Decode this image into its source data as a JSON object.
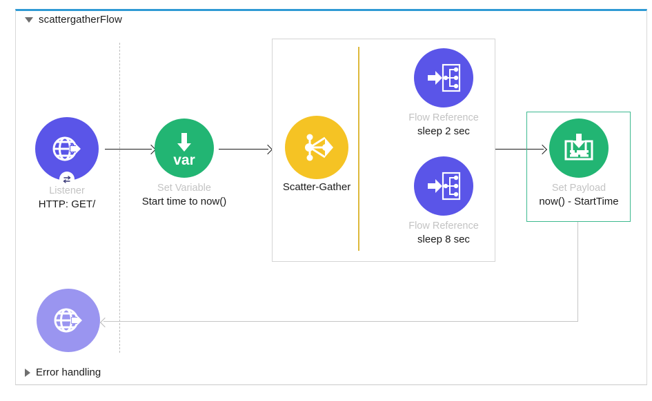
{
  "flow": {
    "title": "scattergatherFlow",
    "expand_icon": "triangle-down-icon",
    "error_section": {
      "title": "Error handling",
      "expand_icon": "triangle-right-icon"
    },
    "accent_color": "#2f9ad4"
  },
  "nodes": [
    {
      "id": "listener",
      "type": "Listener",
      "name": "HTTP: GET/",
      "icon": "globe-arrow-icon",
      "badge": "exchange-icon",
      "color": "#5a55e8"
    },
    {
      "id": "set-variable",
      "type": "Set Variable",
      "name": "Start time to now()",
      "icon": "var-down-arrow-icon",
      "icon_text": "var",
      "color": "#22b573"
    },
    {
      "id": "scatter-gather",
      "type": "",
      "name": "Scatter-Gather",
      "icon": "scatter-gather-icon",
      "color": "#f5c324"
    },
    {
      "id": "flow-ref-1",
      "type": "Flow Reference",
      "name": "sleep 2 sec",
      "icon": "flow-reference-icon",
      "color": "#5a55e8"
    },
    {
      "id": "flow-ref-2",
      "type": "Flow Reference",
      "name": "sleep 8 sec",
      "icon": "flow-reference-icon",
      "color": "#5a55e8"
    },
    {
      "id": "set-payload",
      "type": "Set Payload",
      "name": "now() - StartTime",
      "icon": "set-payload-icon",
      "color": "#22b573",
      "selected": true,
      "selection_color": "#3cb98f"
    },
    {
      "id": "response",
      "type": "",
      "name": "",
      "icon": "globe-arrow-icon",
      "color": "#9a95f0"
    }
  ],
  "scatter_gather": {
    "split_bar_color": "#ddb93c",
    "route_count": 2
  }
}
